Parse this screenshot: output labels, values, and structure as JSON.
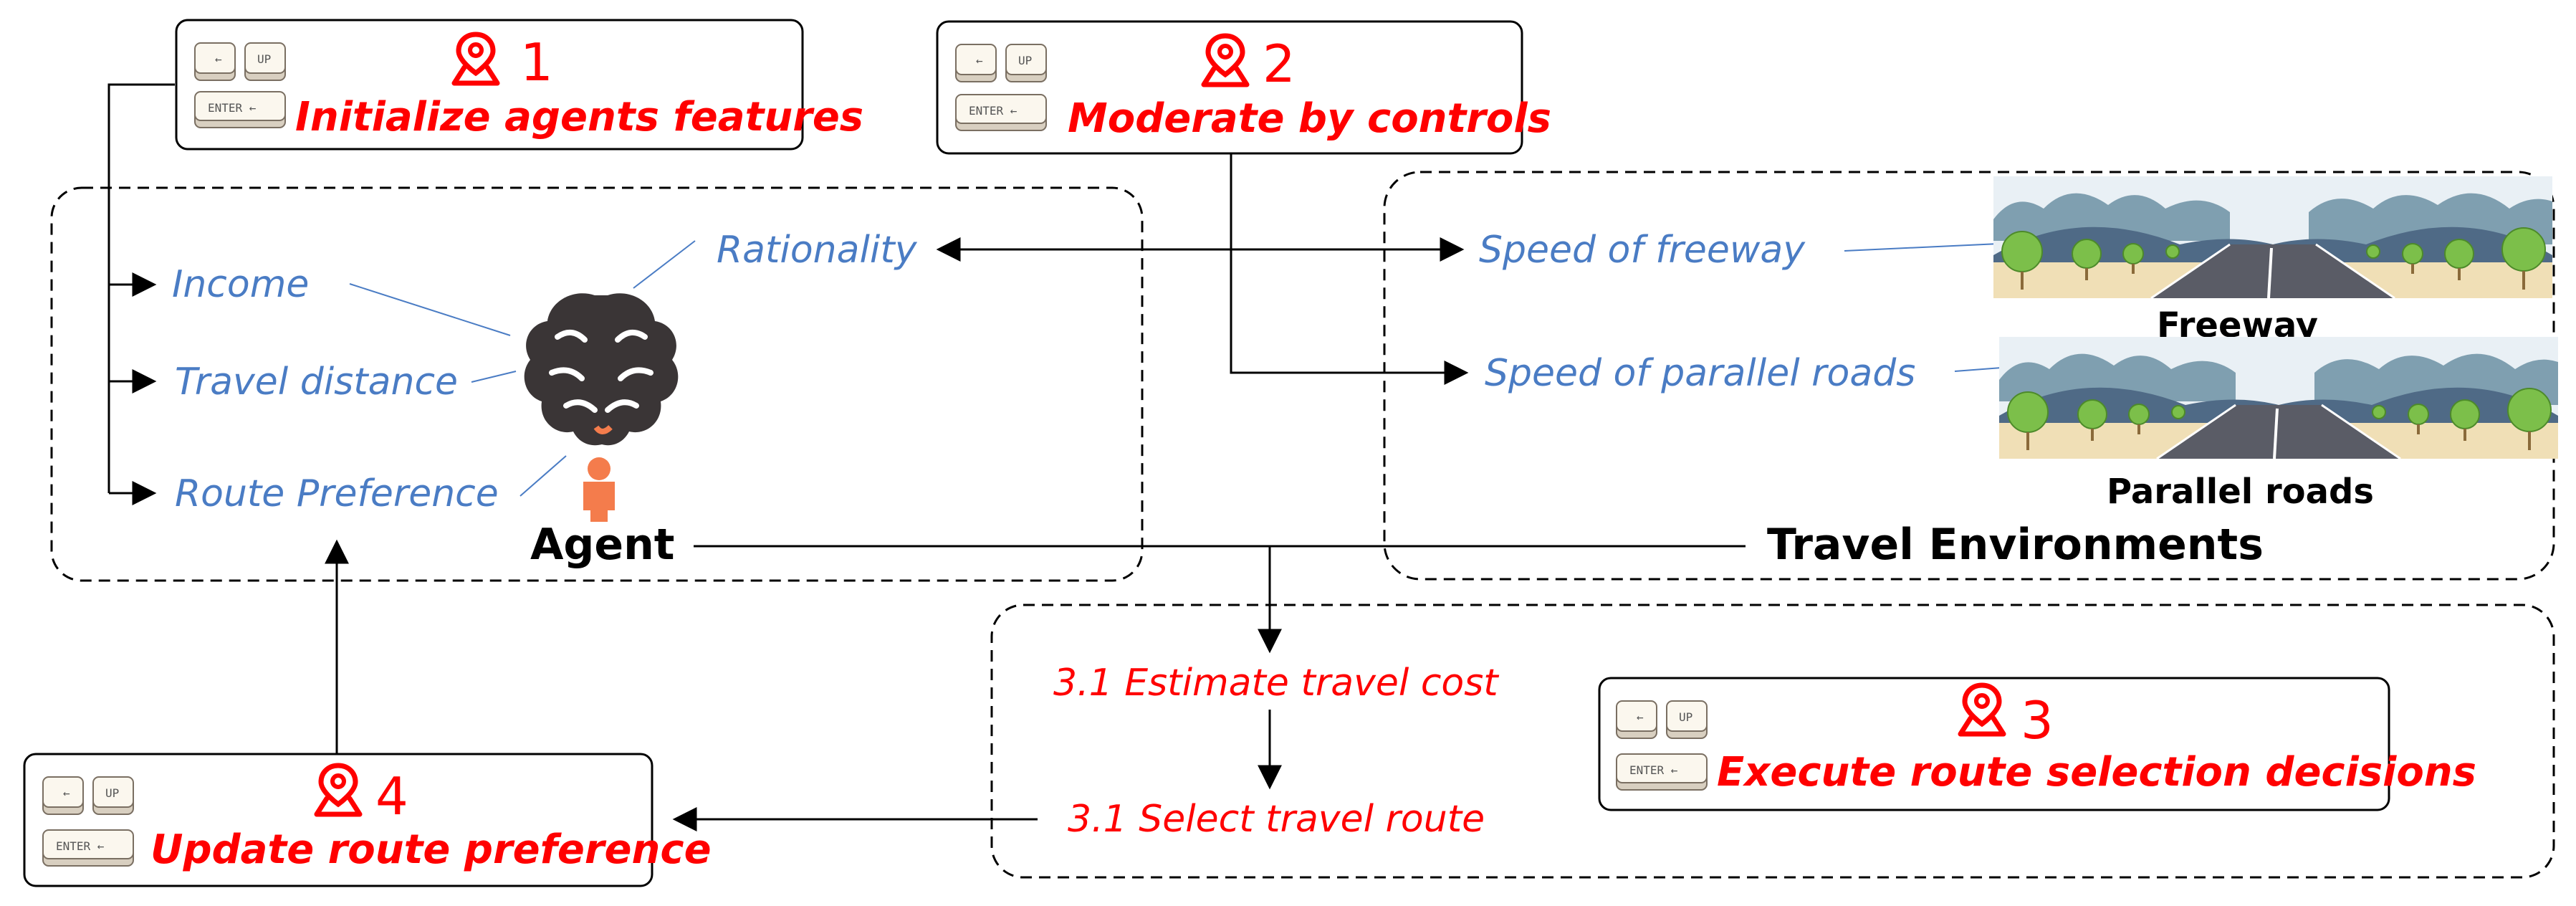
{
  "steps": {
    "s1": {
      "number": "1",
      "label": "Initialize agents features"
    },
    "s2": {
      "number": "2",
      "label": "Moderate by controls"
    },
    "s3": {
      "number": "3",
      "label": "Execute route selection decisions"
    },
    "s4": {
      "number": "4",
      "label": "Update route preference"
    }
  },
  "keys": {
    "back": "←",
    "up": "UP",
    "enter": "ENTER ←"
  },
  "agent": {
    "title": "Agent",
    "features": {
      "income": "Income",
      "travel_distance": "Travel distance",
      "route_preference": "Route Preference",
      "rationality": "Rationality"
    }
  },
  "environment": {
    "title": "Travel Environments",
    "speed_freeway": "Speed of  freeway",
    "speed_parallel": "Speed of  parallel roads",
    "freeway_label": "Freeway",
    "parallel_label": "Parallel roads"
  },
  "decisions": {
    "estimate": "3.1 Estimate travel cost",
    "select": "3.1 Select travel route"
  },
  "colors": {
    "accent_red": "#ff0000",
    "feature_blue": "#4a7cc4",
    "agent_orange": "#f47c4c"
  }
}
